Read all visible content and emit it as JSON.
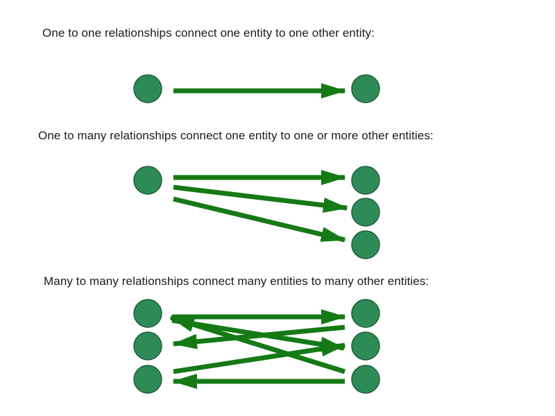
{
  "captions": {
    "one_to_one": "One to one relationships connect one entity to one other entity:",
    "one_to_many": "One to many relationships connect one entity to one or more other entities:",
    "many_to_many": "Many to many relationships connect many entities to many other entities:"
  },
  "colors": {
    "node_fill": "#2e8b57",
    "node_stroke": "#1f5e3a",
    "arrow": "#157a15"
  }
}
